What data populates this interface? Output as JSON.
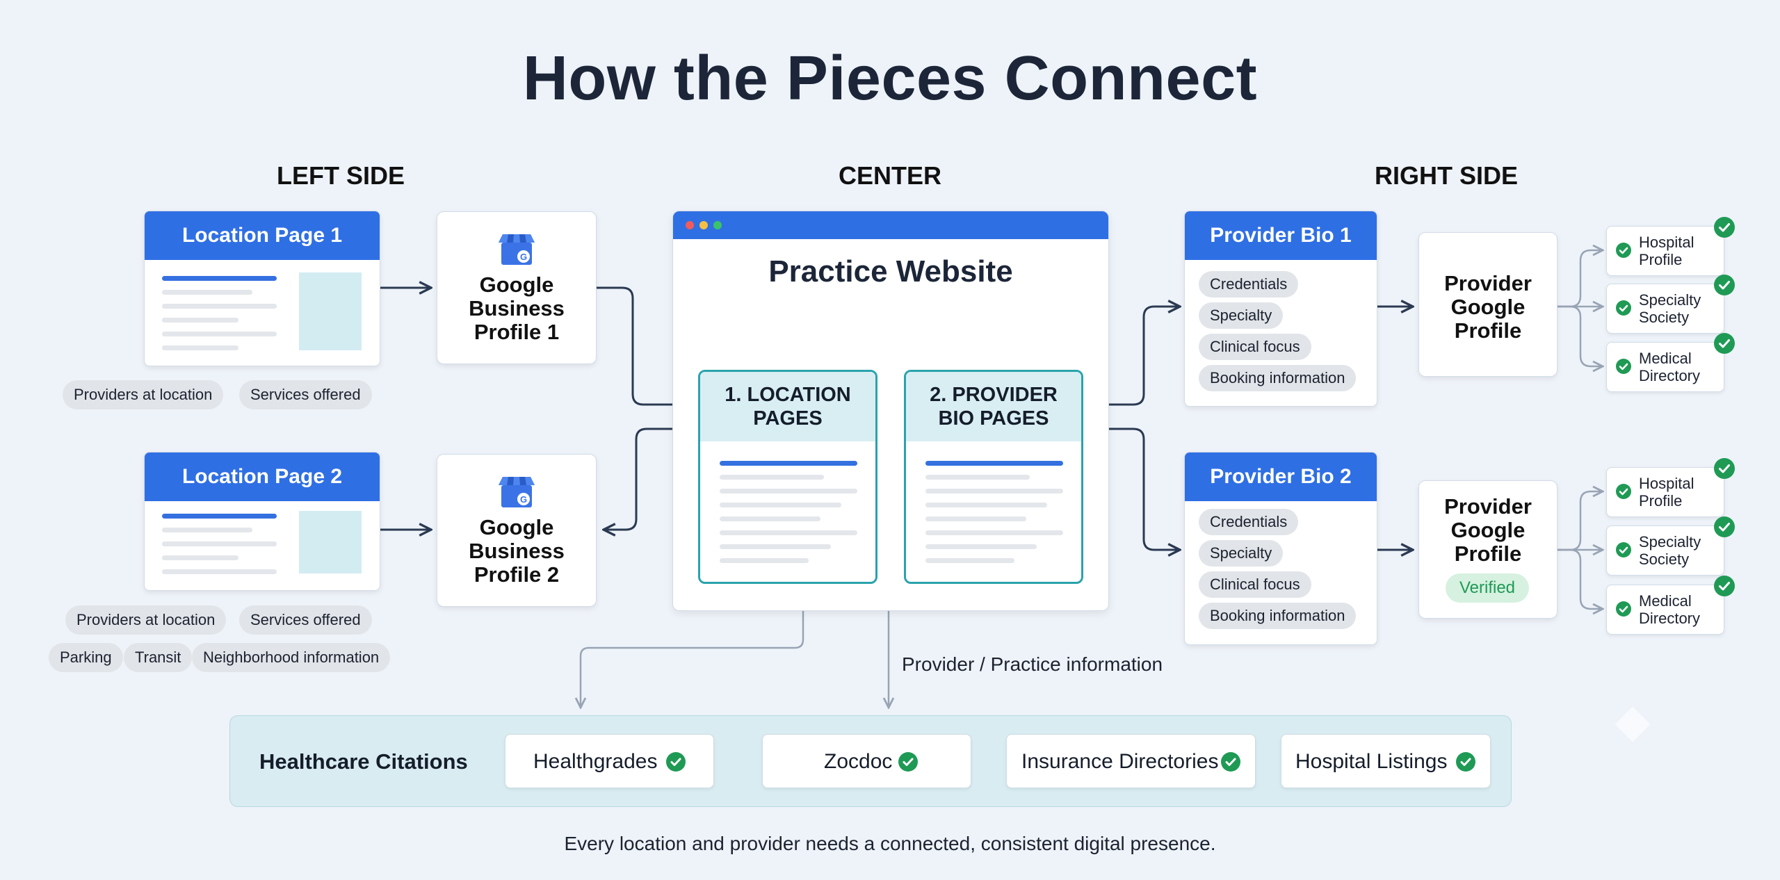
{
  "title": "How the Pieces Connect",
  "columns": {
    "left": "LEFT SIDE",
    "center": "CENTER",
    "right": "RIGHT SIDE"
  },
  "left": {
    "location_pages": [
      {
        "title": "Location Page 1",
        "chips": [
          "Providers at location",
          "Services offered"
        ]
      },
      {
        "title": "Location Page 2",
        "chips": [
          "Providers at location",
          "Services offered",
          "Parking",
          "Transit",
          "Neighborhood information"
        ]
      }
    ],
    "gbp": [
      {
        "lines": [
          "Google",
          "Business",
          "Profile 1"
        ],
        "icon": "google-business-store-icon"
      },
      {
        "lines": [
          "Google",
          "Business",
          "Profile 2"
        ],
        "icon": "google-business-store-icon"
      }
    ]
  },
  "center": {
    "site_title": "Practice Website",
    "location_pages": [
      "1. LOCATION",
      "PAGES"
    ],
    "provider_pages": [
      "2. PROVIDER",
      "BIO PAGES"
    ],
    "info_label": "Provider / Practice information"
  },
  "right": {
    "bios": [
      {
        "title": "Provider Bio 1",
        "chips": [
          "Credentials",
          "Specialty",
          "Clinical focus",
          "Booking information"
        ]
      },
      {
        "title": "Provider Bio 2",
        "chips": [
          "Credentials",
          "Specialty",
          "Clinical focus",
          "Booking information"
        ]
      }
    ],
    "profiles": [
      {
        "lines": [
          "Provider",
          "Google",
          "Profile"
        ],
        "badge": ""
      },
      {
        "lines": [
          "Provider",
          "Google",
          "Profile"
        ],
        "badge": "Verified"
      }
    ],
    "directories": [
      [
        [
          "Hospital",
          "Profile"
        ],
        [
          "Specialty",
          "Society"
        ],
        [
          "Medical",
          "Directory"
        ]
      ],
      [
        [
          "Hospital",
          "Profile"
        ],
        [
          "Specialty",
          "Society"
        ],
        [
          "Medical",
          "Directory"
        ]
      ]
    ]
  },
  "citations": {
    "label": "Healthcare Citations",
    "items": [
      "Healthgrades",
      "Zocdoc",
      "Insurance Directories",
      "Hospital Listings"
    ]
  },
  "footer": "Every location and provider needs a connected, consistent digital presence.",
  "colors": {
    "accent": "#2f6fe4",
    "teal": "#2aa3ad",
    "check": "#1f9a55",
    "background": "#eef3f9"
  }
}
